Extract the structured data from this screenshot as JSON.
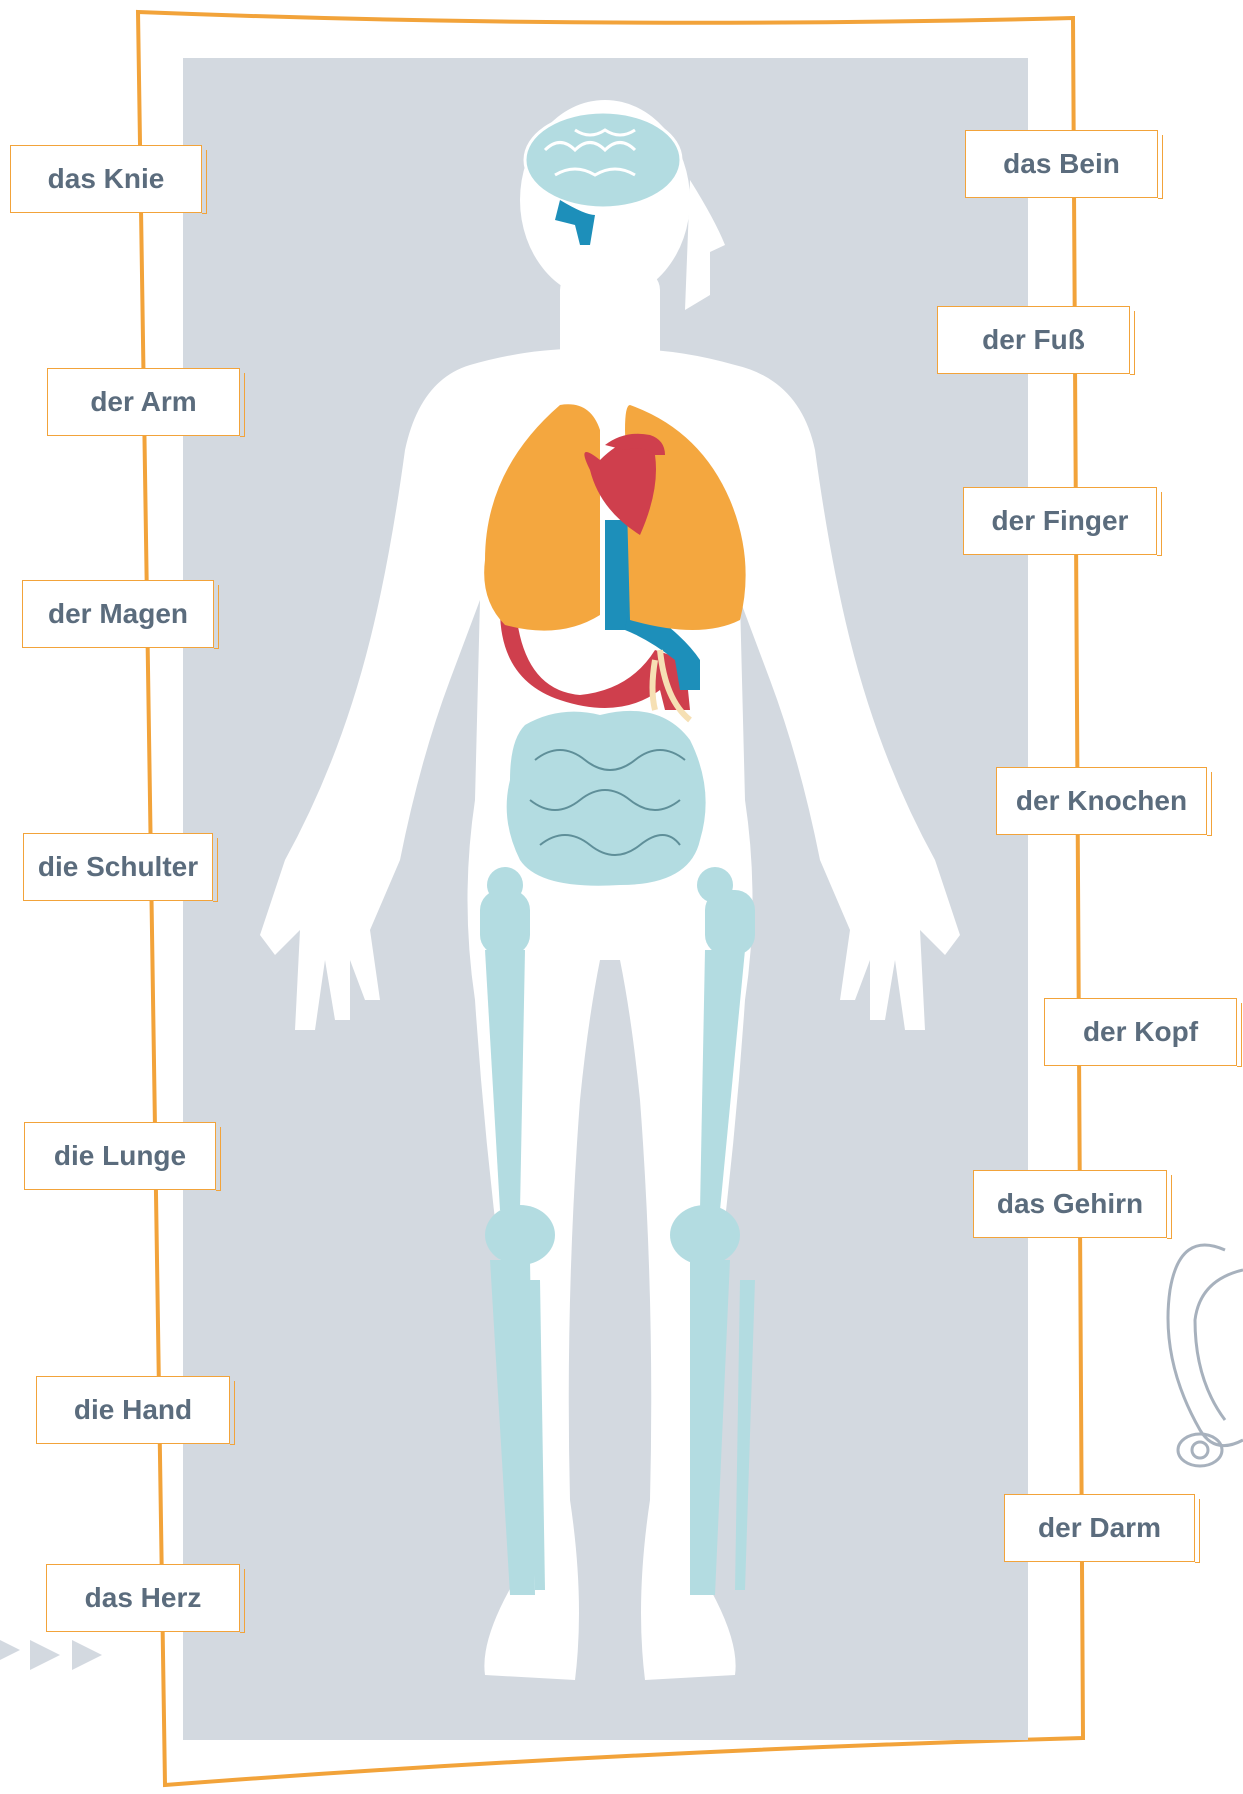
{
  "colors": {
    "frame": "#f2a33a",
    "panel": "#d3d9e0",
    "body": "#ffffff",
    "lung": "#f4a73f",
    "heart": "#cf3f4d",
    "vessel": "#1d8fba",
    "bone": "#b3dce1",
    "intestine": "#b3dce1",
    "brain": "#b3dce1",
    "label_text": "#5b6c7d"
  },
  "icons": [
    "stethoscope-icon",
    "arrow-right-icon"
  ],
  "labels_left": [
    "das Knie",
    "der Arm",
    "der Magen",
    "die Schulter",
    "die Lunge",
    "die Hand",
    "das Herz"
  ],
  "labels_right": [
    "das Bein",
    "der Fuß",
    "der Finger",
    "der Knochen",
    "der Kopf",
    "das Gehirn",
    "der Darm"
  ]
}
